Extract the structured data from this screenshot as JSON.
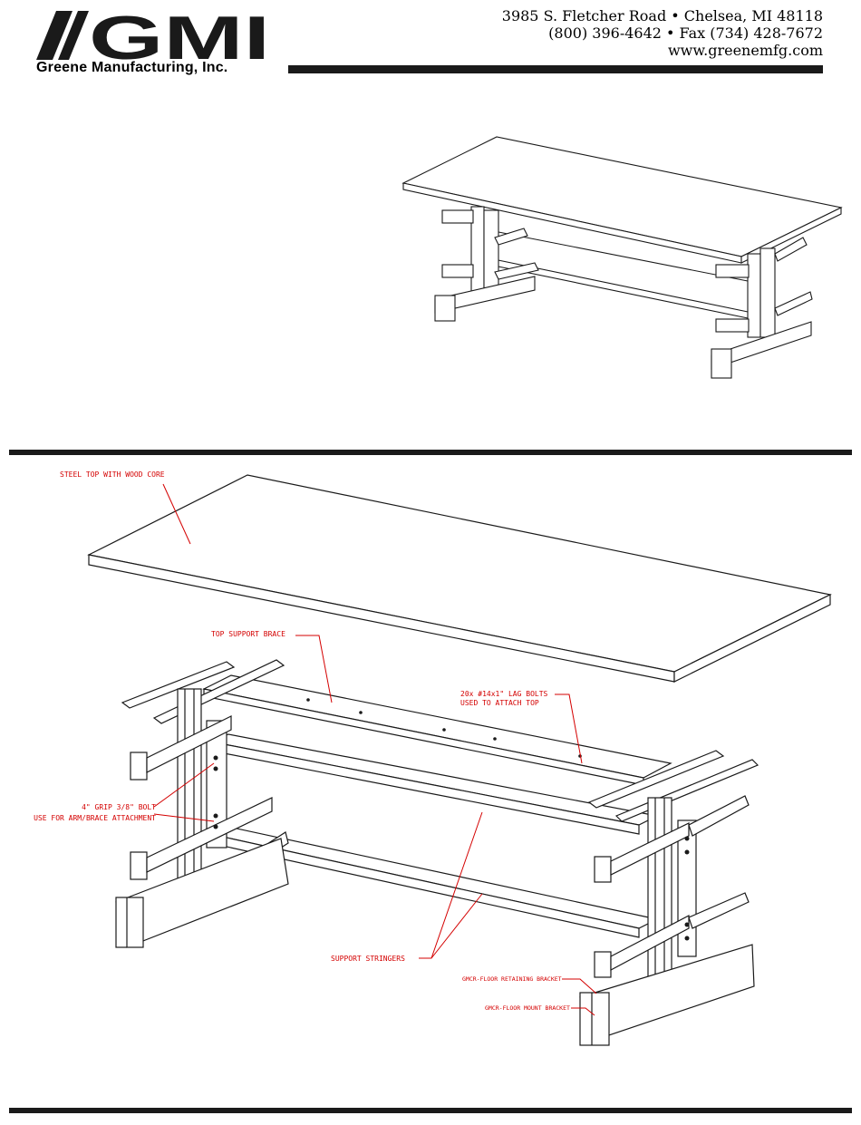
{
  "header": {
    "logo_text": "GMI",
    "company_name": "Greene Manufacturing, Inc.",
    "address_line": "3985 S. Fletcher Road • Chelsea, MI  48118",
    "phone_line": "(800) 396-4642 • Fax (734) 428-7672",
    "website": "www.greenemfg.com"
  },
  "callouts": {
    "steel_top": "STEEL TOP WITH WOOD CORE",
    "top_support_brace": "TOP SUPPORT BRACE",
    "lag_bolts_line1": "20x #14x1\" LAG BOLTS",
    "lag_bolts_line2": "USED TO ATTACH TOP",
    "grip_bolt_line1": "4\" GRIP 3/8\" BOLT",
    "grip_bolt_line2": "USE FOR ARM/BRACE ATTACHMENT",
    "support_stringers": "SUPPORT STRINGERS",
    "retaining_bracket": "GMCR-FLOOR RETAINING BRACKET",
    "mount_bracket": "GMCR-FLOOR MOUNT BRACKET"
  },
  "colors": {
    "callout": "#d40000",
    "line": "#1a1a1a"
  }
}
